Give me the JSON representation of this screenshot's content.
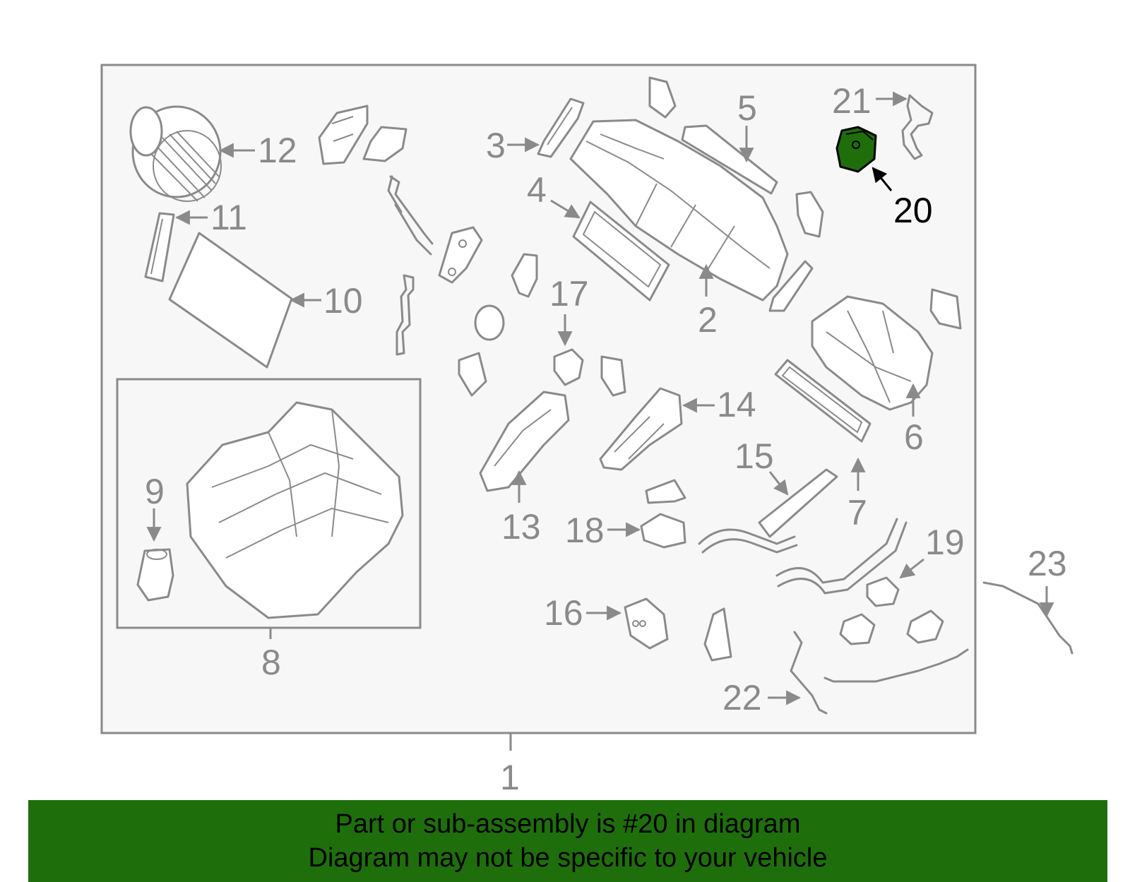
{
  "diagram": {
    "callouts": [
      "1",
      "2",
      "3",
      "4",
      "5",
      "6",
      "7",
      "8",
      "9",
      "10",
      "11",
      "12",
      "13",
      "14",
      "15",
      "16",
      "17",
      "18",
      "19",
      "20",
      "21",
      "22",
      "23"
    ],
    "highlighted_part": "20",
    "colors": {
      "line": "#8a8a8a",
      "highlight_fill": "#1f6e0c",
      "highlight_text": "#000000",
      "panel_bg": "#f7f7f7"
    }
  },
  "banner": {
    "line1": "Part or sub-assembly is #20 in diagram",
    "line2": "Diagram may not be specific to your vehicle",
    "color": "#1f6e0c"
  }
}
